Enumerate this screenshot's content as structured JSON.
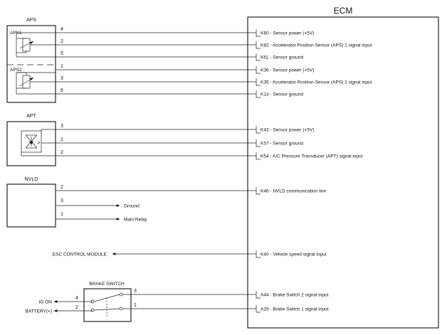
{
  "ecm": {
    "title": "ECM"
  },
  "aps": {
    "title": "APS",
    "sensor1": "APS1",
    "sensor2": "APS2",
    "wires": [
      {
        "pin": "4",
        "ecm_label": "K60 - Sensor power (+5V)"
      },
      {
        "pin": "2",
        "ecm_label": "K82 - Accelerator Position Sensor (APS) 1 signal input"
      },
      {
        "pin": "5",
        "ecm_label": "K61 - Sensor ground"
      },
      {
        "pin": "1",
        "ecm_label": "K36 - Sensor power (+5V)"
      },
      {
        "pin": "3",
        "ecm_label": "K35 - Accelerator Position Sensor (APS) 2 signal input"
      },
      {
        "pin": "6",
        "ecm_label": "K13 - Sensor ground"
      }
    ]
  },
  "apt": {
    "title": "APT",
    "wires": [
      {
        "pin": "3",
        "ecm_label": "K43 - Sensor power (+5V)"
      },
      {
        "pin": "1",
        "ecm_label": "K57 - Sensor ground"
      },
      {
        "pin": "2",
        "ecm_label": "K54 - A/C Pressure Transducer (APT) signal input"
      }
    ]
  },
  "nvld": {
    "title": "NVLD",
    "ecm_wire": {
      "pin": "2",
      "ecm_label": "K46 - NVLD communication line"
    },
    "outputs": [
      {
        "pin": "3",
        "label": "Ground"
      },
      {
        "pin": "1",
        "label": "Main Relay"
      }
    ]
  },
  "esc": {
    "module_label": "ESC CONTROL MODULE",
    "ecm_label": "K40 - Vehicle speed signal input"
  },
  "brake_switch": {
    "title": "BRAKE SWITCH",
    "inputs": [
      {
        "pin": "4",
        "label": "IG ON"
      },
      {
        "pin": "2",
        "label": "BATTERY(+)"
      }
    ],
    "wires": [
      {
        "pin": "3",
        "ecm_label": "A44 - Brake Switch 2 signal input"
      },
      {
        "pin": "1",
        "ecm_label": "A29 - Brake Switch 1 signal input"
      }
    ]
  }
}
